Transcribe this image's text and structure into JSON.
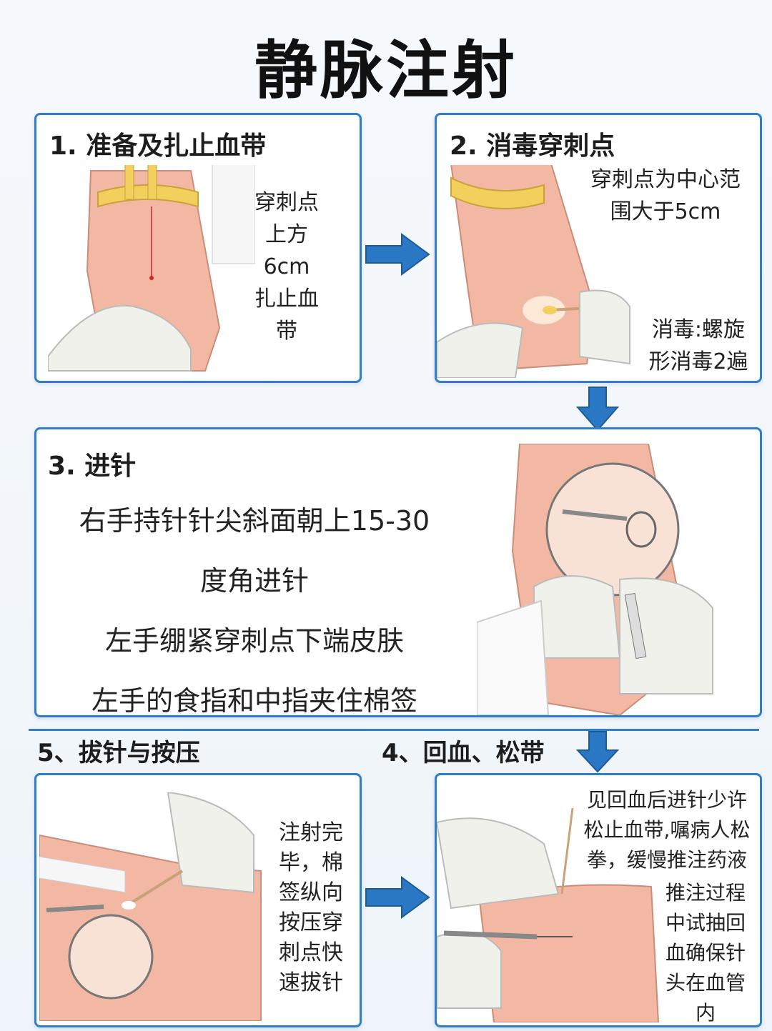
{
  "title": "静脉注射",
  "steps": {
    "s1": {
      "title": "1. 准备及扎止血带",
      "text": [
        "穿刺点",
        "上方",
        "6cm",
        "扎止血",
        "带"
      ]
    },
    "s2": {
      "title": "2. 消毒穿刺点",
      "text_top": [
        "穿刺点为中心范",
        "围大于5cm"
      ],
      "text_bottom": [
        "消毒:螺旋",
        "形消毒2遍"
      ]
    },
    "s3": {
      "title": "3. 进针",
      "lines": [
        "右手持针针尖斜面朝上15-30",
        "度角进针",
        "左手绷紧穿刺点下端皮肤",
        "左手的食指和中指夹住棉签"
      ]
    },
    "s4": {
      "label": "4、回血、松带",
      "text_top": [
        "见回血后进针少许",
        "松止血带,嘱病人松",
        "拳，缓慢推注药液"
      ],
      "text_bottom": [
        "推注过程",
        "中试抽回",
        "血确保针",
        "头在血管",
        "内"
      ]
    },
    "s5": {
      "label": "5、拔针与按压",
      "text": [
        "注射完",
        "毕，棉",
        "签纵向",
        "按压穿",
        "刺点快",
        "速拔针"
      ]
    }
  },
  "colors": {
    "panel_border": "#2f7ec8",
    "arrow": "#2a78c4",
    "skin": "#f2b8a3",
    "glove": "#f1f1ec",
    "tourniquet": "#f3cf5d"
  },
  "icons": [
    "arrow-right-icon",
    "arrow-down-icon"
  ]
}
